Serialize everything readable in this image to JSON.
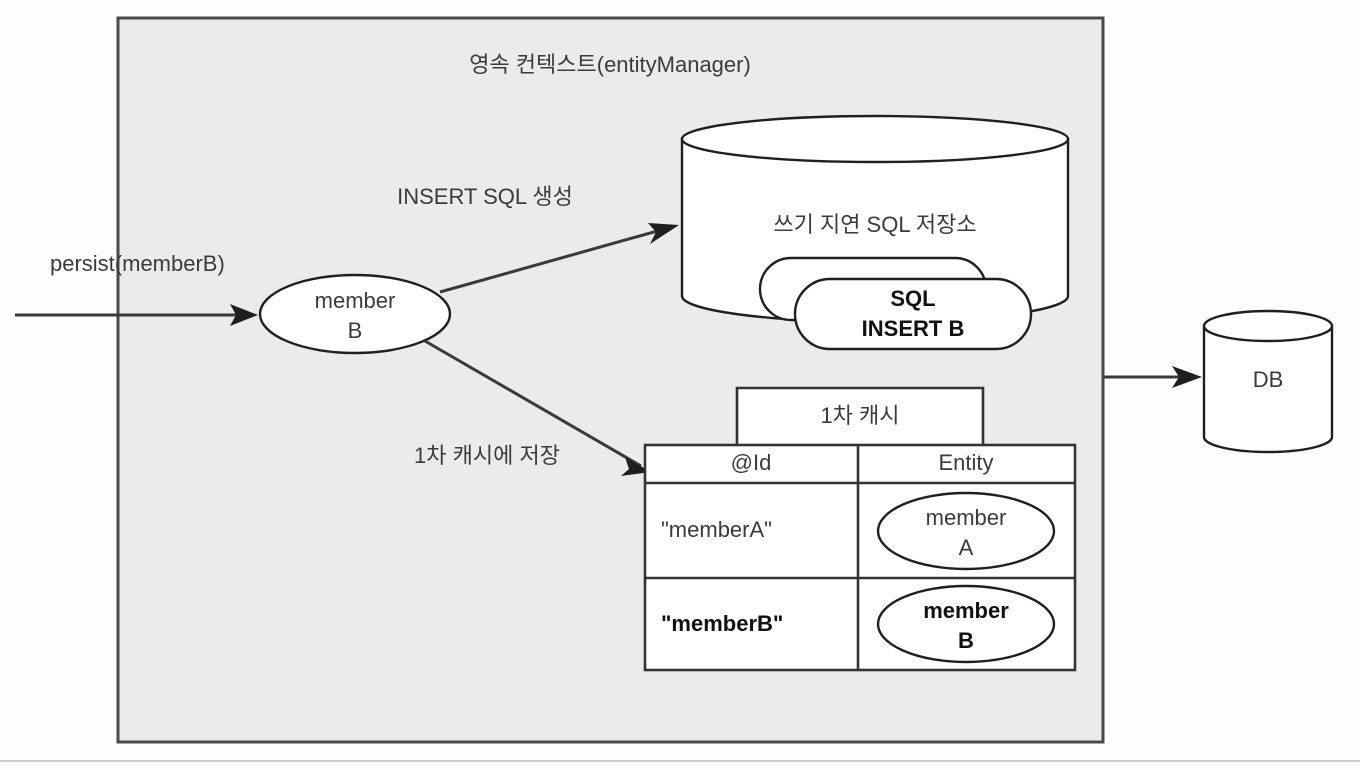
{
  "panel": {
    "title": "영속 컨텍스트(entityManager)",
    "background_color": "#ebebeb",
    "border_color": "#4a4a4a"
  },
  "entry": {
    "label": "persist(memberB)",
    "arrow_name": "persist-arrow"
  },
  "entity_node": {
    "line1": "member",
    "line2": "B"
  },
  "edges": [
    {
      "label": "INSERT SQL 생성",
      "from": "member-b-node",
      "to": "write-behind-sql-store"
    },
    {
      "label": "1차 캐시에 저장",
      "from": "member-b-node",
      "to": "first-level-cache-table"
    }
  ],
  "sql_store": {
    "title": "쓰기 지연 SQL 저장소",
    "queue_front": {
      "line1": "SQL",
      "line2": "INSERT B"
    }
  },
  "cache": {
    "tab_label": "1차 캐시",
    "columns": [
      "@Id",
      "Entity"
    ],
    "rows": [
      {
        "id": "\"memberA\"",
        "entity_line1": "member",
        "entity_line2": "A",
        "emphasis": "normal"
      },
      {
        "id": "\"memberB\"",
        "entity_line1": "member",
        "entity_line2": "B",
        "emphasis": "bold"
      }
    ]
  },
  "database": {
    "label": "DB"
  },
  "colors": {
    "stroke": "#1f1f1f",
    "text": "#3b3b3b",
    "panel_fill": "#ebebeb",
    "shape_fill": "#ffffff"
  }
}
